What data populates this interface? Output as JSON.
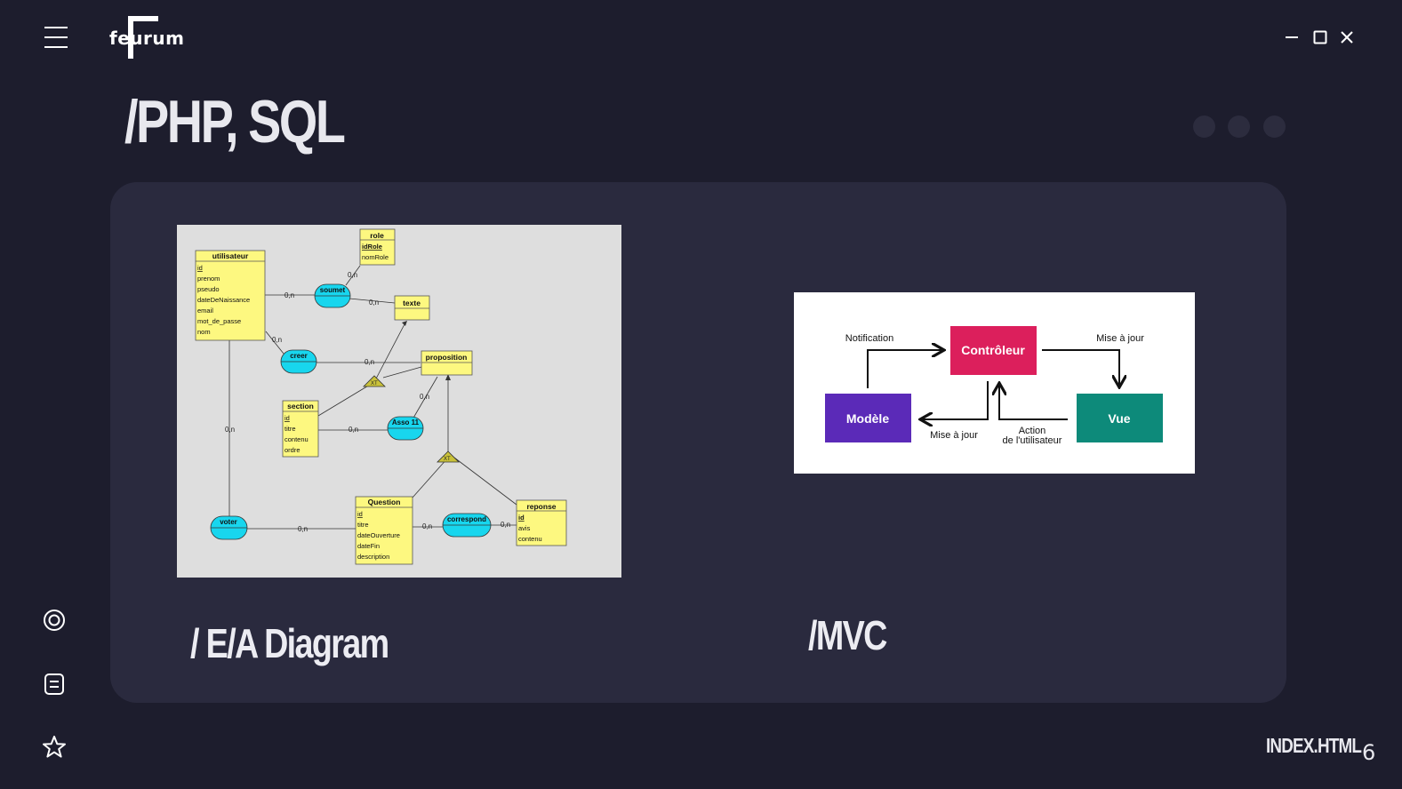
{
  "app": {
    "logo_text": "feurum"
  },
  "window_controls": {
    "minimize_icon": "minimize-icon",
    "maximize_icon": "maximize-icon",
    "close_icon": "close-icon"
  },
  "header": {
    "title": "/PHP, SQL"
  },
  "sidebar": {
    "icons": [
      "circle-target-icon",
      "note-icon",
      "star-icon"
    ]
  },
  "cards": [
    {
      "caption": "/ E/A Diagram"
    },
    {
      "caption": "/MVC"
    }
  ],
  "er_diagram": {
    "entities": [
      {
        "name": "utilisateur",
        "fields": [
          "id",
          "prenom",
          "pseudo",
          "dateDeNaissance",
          "email",
          "mot_de_passe",
          "nom"
        ]
      },
      {
        "name": "role",
        "fields": [
          "idRole",
          "nomRole"
        ]
      },
      {
        "name": "texte",
        "fields": []
      },
      {
        "name": "proposition",
        "fields": []
      },
      {
        "name": "section",
        "fields": [
          "id",
          "titre",
          "contenu",
          "ordre"
        ]
      },
      {
        "name": "Question",
        "fields": [
          "id",
          "titre",
          "dateOuverture",
          "dateFin",
          "description"
        ]
      },
      {
        "name": "reponse",
        "fields": [
          "id",
          "avis",
          "contenu"
        ]
      }
    ],
    "associations": [
      "soumet",
      "creer",
      "Asso 11",
      "voter",
      "correspond"
    ],
    "inheritance_label": "XT",
    "cardinality": "0,n"
  },
  "mvc_diagram": {
    "controller": "Contrôleur",
    "model": "Modèle",
    "view": "Vue",
    "notification": "Notification",
    "update_right": "Mise à jour",
    "update_left": "Mise à jour",
    "action_line1": "Action",
    "action_line2": "de l'utilisateur",
    "colors": {
      "controller": "#dc1f5c",
      "model": "#5b2ab8",
      "view": "#0d8a7a"
    }
  },
  "footer": {
    "file": "INDEX.HTML",
    "page": "6"
  }
}
